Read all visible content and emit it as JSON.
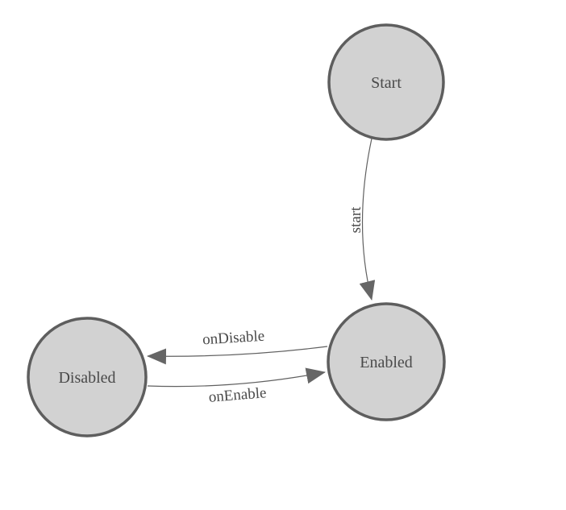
{
  "diagram": {
    "type": "state-machine",
    "nodes": [
      {
        "id": "start",
        "label": "Start"
      },
      {
        "id": "enabled",
        "label": "Enabled"
      },
      {
        "id": "disabled",
        "label": "Disabled"
      }
    ],
    "edges": [
      {
        "from": "Start",
        "to": "Enabled",
        "label": "start"
      },
      {
        "from": "Enabled",
        "to": "Disabled",
        "label": "onDisable"
      },
      {
        "from": "Disabled",
        "to": "Enabled",
        "label": "onEnable"
      }
    ]
  },
  "colors": {
    "background": "#ffffff",
    "node_fill": "#d2d2d2",
    "node_stroke": "#5e5e5e",
    "edge_stroke": "#606060",
    "arrow_fill": "#666666",
    "label_color": "#4a4a4a"
  }
}
